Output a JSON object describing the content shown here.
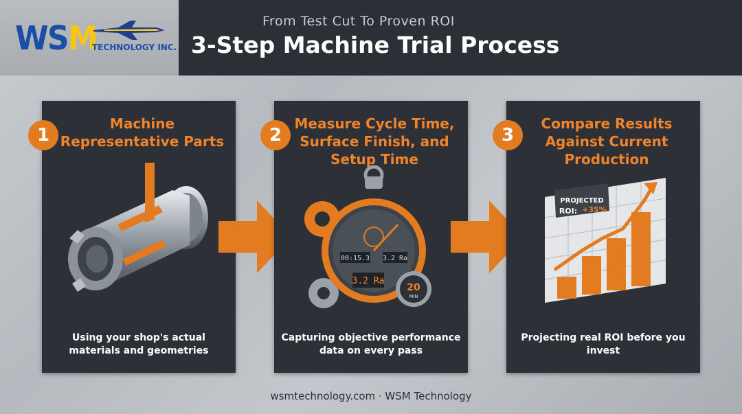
{
  "logo": {
    "wsm_w": "W",
    "wsm_s": "S",
    "wsm_m": "M",
    "sub": "TECHNOLOGY INC."
  },
  "header": {
    "subtitle": "From Test Cut To Proven ROI",
    "title": "3-Step Machine Trial Process"
  },
  "steps": [
    {
      "number": "1",
      "title": "Machine Representative Parts",
      "caption": "Using your shop's actual materials and geometries",
      "icon": "machined-part-icon"
    },
    {
      "number": "2",
      "title": "Measure Cycle Time, Surface Finish, and Setup Time",
      "caption": "Capturing objective performance data on every pass",
      "icon": "stopwatch-icon",
      "readouts": {
        "time": "00:15.3",
        "ra_small": "3.2 Ra",
        "ra_large": "3.2 Ra",
        "setup_value": "20",
        "setup_unit": "MIN"
      }
    },
    {
      "number": "3",
      "title": "Compare Results Against Current Production",
      "caption": "Projecting real ROI before you invest",
      "icon": "bar-chart-icon",
      "roi": {
        "label": "PROJECTED",
        "prefix": "ROI:",
        "value": "+35%"
      }
    }
  ],
  "footer": "wsmtechnology.com · WSM Technology",
  "colors": {
    "accent_orange": "#e37b20",
    "dark_panel": "#2d3137",
    "header_bg": "#2b2f36",
    "logo_blue": "#1a4fa8",
    "logo_yellow": "#f5c518"
  }
}
